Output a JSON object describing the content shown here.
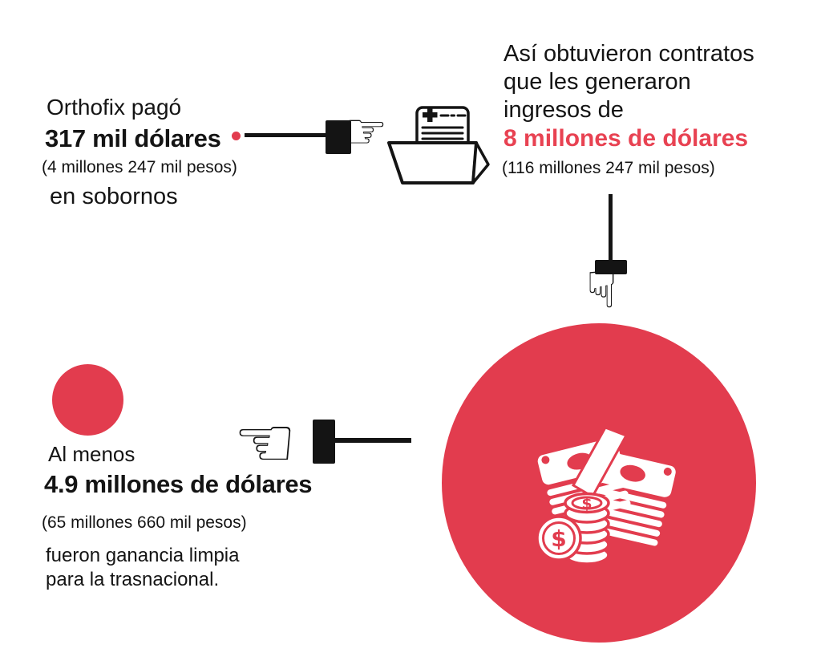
{
  "colors": {
    "background": "#ffffff",
    "ink": "#141414",
    "accent_red": "#e23c4e",
    "accent_red_text": "#e84252"
  },
  "bribe": {
    "intro": "Orthofix pagó",
    "amount": "317 mil dólares",
    "pesos": "(4 millones 247 mil pesos)",
    "outro": "en sobornos"
  },
  "contracts": {
    "line1": "Así obtuvieron contratos",
    "line2": "que les generaron",
    "line3": "ingresos de",
    "amount": "8 millones de dólares",
    "pesos": "(116 millones 247 mil pesos)"
  },
  "profit": {
    "intro": "Al menos",
    "amount": "4.9 millones de dólares",
    "pesos": "(65 millones 660 mil pesos)",
    "line1": "fueron ganancia limpia",
    "line2": "para la trasnacional."
  },
  "icons": {
    "hand_right_glyph": "☞",
    "hand_left_glyph": "☜",
    "hand_down_glyph": "☟",
    "folder": "contract-folder-icon",
    "money": "money-stack-coins-icon"
  }
}
